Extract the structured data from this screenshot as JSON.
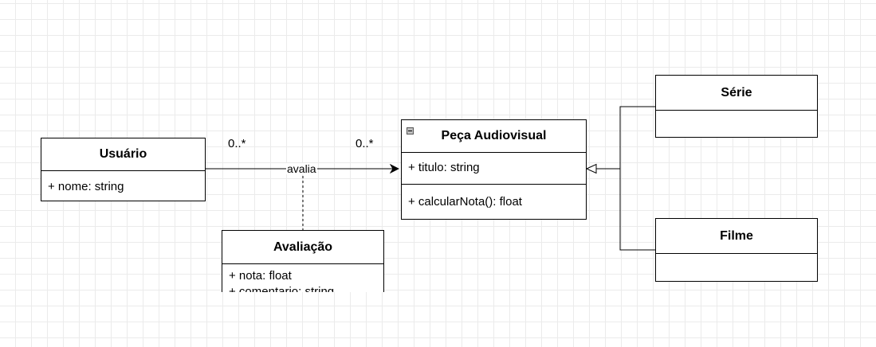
{
  "classes": {
    "usuario": {
      "name": "Usuário",
      "attributes": [
        "+ nome: string"
      ]
    },
    "peca": {
      "name": "Peça Audiovisual",
      "attributes": [
        "+ titulo: string"
      ],
      "methods": [
        "+ calcularNota(): float"
      ]
    },
    "avaliacao": {
      "name": "Avaliação",
      "attributes": [
        "+ nota: float",
        "+ comentario: string"
      ]
    },
    "serie": {
      "name": "Série"
    },
    "filme": {
      "name": "Filme"
    }
  },
  "association": {
    "label": "avalia",
    "source_multiplicity": "0..*",
    "target_multiplicity": "0..*"
  },
  "colors": {
    "line": "#000000",
    "grid": "#ebebeb",
    "background": "#ffffff"
  },
  "icons": {
    "collapse": "collapse-minus-icon"
  }
}
